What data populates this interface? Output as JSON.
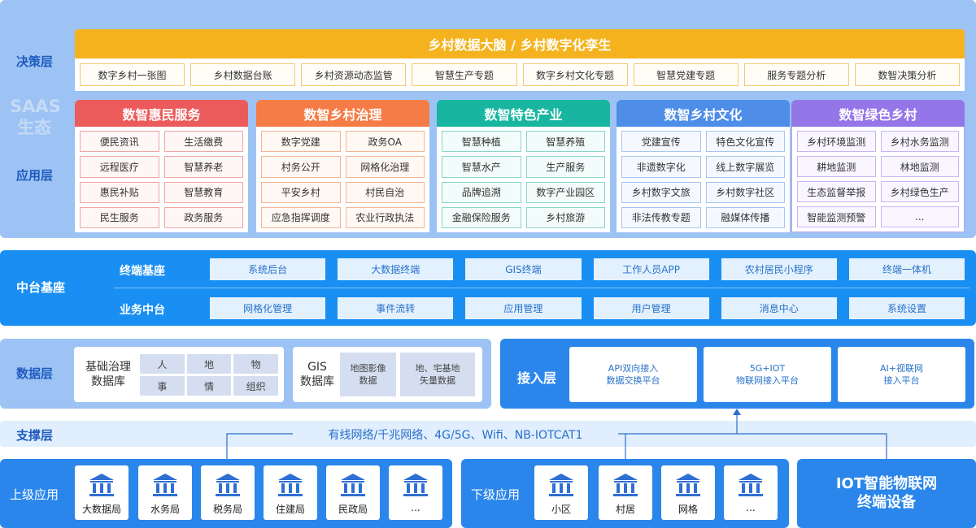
{
  "labels": {
    "decision": "决策层",
    "saas": [
      "SAAS",
      "生态"
    ],
    "application": "应用层",
    "middle": "中台基座",
    "terminal_base": "终端基座",
    "business_middle": "业务中台",
    "data": "数据层",
    "access": "接入层",
    "support": "支撑层",
    "upper_app": "上级应用",
    "lower_app": "下级应用"
  },
  "decision": {
    "title": "乡村数据大脑 / 乡村数字化孪生",
    "items": [
      "数字乡村一张图",
      "乡村数据台账",
      "乡村资源动态监管",
      "智慧生产专题",
      "数字乡村文化专题",
      "智慧党建专题",
      "服务专题分析",
      "数智决策分析"
    ]
  },
  "columns": [
    {
      "title": "数智惠民服务",
      "items": [
        "便民资讯",
        "生活缴费",
        "远程医疗",
        "智慧养老",
        "惠民补贴",
        "智慧教育",
        "民生服务",
        "政务服务"
      ]
    },
    {
      "title": "数智乡村治理",
      "items": [
        "数字党建",
        "政务OA",
        "村务公开",
        "网格化治理",
        "平安乡村",
        "村民自治",
        "应急指挥调度",
        "农业行政执法"
      ]
    },
    {
      "title": "数智特色产业",
      "items": [
        "智慧种植",
        "智慧养殖",
        "智慧水产",
        "生产服务",
        "品牌追溯",
        "数字产业园区",
        "金融保险服务",
        "乡村旅游"
      ]
    },
    {
      "title": "数智乡村文化",
      "items": [
        "党建宣传",
        "特色文化宣传",
        "非遗数字化",
        "线上数字展览",
        "乡村数字文旅",
        "乡村数字社区",
        "非法传教专题",
        "融媒体传播"
      ]
    },
    {
      "title": "数智绿色乡村",
      "items": [
        "乡村环境监测",
        "乡村水务监测",
        "耕地监测",
        "林地监测",
        "生态监督举报",
        "乡村绿色生产",
        "智能监测预警",
        "..."
      ]
    }
  ],
  "terminal_items": [
    "系统后台",
    "大数据终端",
    "GIS终端",
    "工作人员APP",
    "农村居民小程序",
    "终端一体机"
  ],
  "business_items": [
    "网格化管理",
    "事件流转",
    "应用管理",
    "用户管理",
    "消息中心",
    "系统设置"
  ],
  "data_layer": {
    "db1_name": [
      "基础治理",
      "数据库"
    ],
    "db1_cells": [
      "人",
      "地",
      "物",
      "事",
      "情",
      "组织"
    ],
    "db2_name": [
      "GIS",
      "数据库"
    ],
    "db2_cells": [
      [
        "地图影像",
        "数据"
      ],
      [
        "地、宅基地",
        "矢量数据"
      ]
    ]
  },
  "access_items": [
    [
      "API双向接入",
      "数据交换平台"
    ],
    [
      "5G+IOT",
      "物联网接入平台"
    ],
    [
      "AI+视联网",
      "接入平台"
    ]
  ],
  "support_text": "有线网络/千兆网络、4G/5G、Wifi、NB-IOTCAT1",
  "upper_orgs": [
    "大数据局",
    "水务局",
    "税务局",
    "住建局",
    "民政局",
    "..."
  ],
  "lower_orgs": [
    "小区",
    "村居",
    "网格",
    "..."
  ],
  "iot": [
    "IOT智能物联网",
    "终端设备"
  ],
  "colors": {
    "decision": "#f4b31e",
    "col1": "#ec5b5b",
    "col2": "#f57c46",
    "col3": "#18b6a0",
    "col4": "#4e8de8",
    "col5": "#9476e8",
    "middle": "#1a8ff3",
    "access": "#2a86ea"
  },
  "icons": {
    "org": "government-building-icon",
    "arrow": "arrow-up-icon"
  }
}
